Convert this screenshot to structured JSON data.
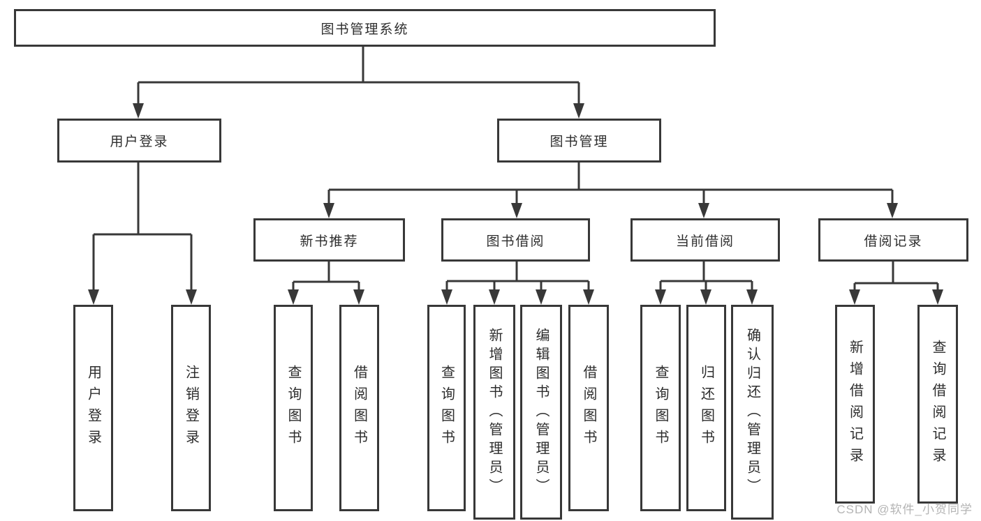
{
  "nodes": {
    "root": {
      "label": "图书管理系统"
    },
    "user_login": {
      "label": "用户登录"
    },
    "book_mgmt": {
      "label": "图书管理"
    },
    "new_book_rec": {
      "label": "新书推荐"
    },
    "book_borrow": {
      "label": "图书借阅"
    },
    "current_borrow": {
      "label": "当前借阅"
    },
    "borrow_records": {
      "label": "借阅记录"
    },
    "login_leaf": {
      "label": "用户登录"
    },
    "logout_leaf": {
      "label": "注销登录"
    },
    "rec_query": {
      "label": "查询图书"
    },
    "rec_borrow": {
      "label": "借阅图书"
    },
    "bb_query": {
      "label": "查询图书"
    },
    "bb_add": {
      "label": "新增图书（管理员）"
    },
    "bb_edit": {
      "label": "编辑图书（管理员）"
    },
    "bb_borrow": {
      "label": "借阅图书"
    },
    "cb_query": {
      "label": "查询图书"
    },
    "cb_return": {
      "label": "归还图书"
    },
    "cb_confirm": {
      "label": "确认归还（管理员）"
    },
    "br_add": {
      "label": "新增借阅记录"
    },
    "br_query": {
      "label": "查询借阅记录"
    }
  },
  "watermark": {
    "text": "CSDN @软件_小贺同学"
  },
  "colors": {
    "line": "#383838",
    "text": "#2d2d2d",
    "watermark": "#b4b4b4",
    "background": "#ffffff"
  }
}
